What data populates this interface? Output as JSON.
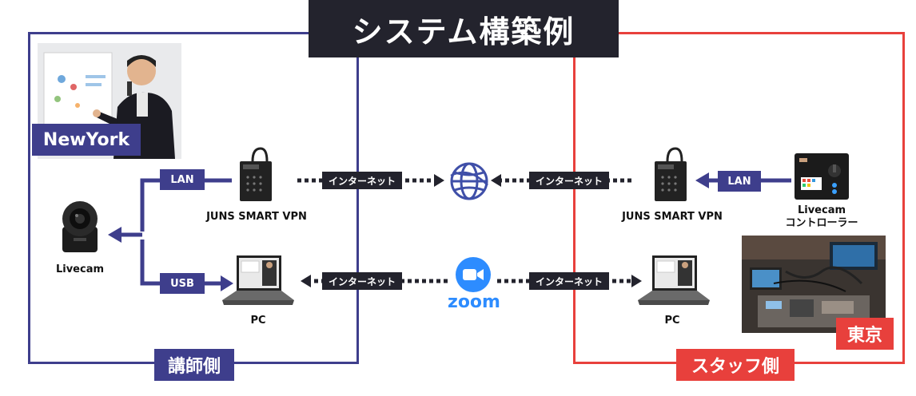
{
  "title": "システム構築例",
  "left_side": {
    "section_label": "講師側",
    "location_label": "NewYork",
    "camera_caption": "Livecam",
    "vpn_caption": "JUNS SMART VPN",
    "pc_caption": "PC",
    "lan_label": "LAN",
    "usb_label": "USB"
  },
  "right_side": {
    "section_label": "スタッフ側",
    "location_label": "東京",
    "vpn_caption": "JUNS SMART VPN",
    "pc_caption": "PC",
    "controller_caption_1": "Livecam",
    "controller_caption_2": "コントローラー",
    "lan_label": "LAN"
  },
  "center": {
    "internet_label_top_left": "インターネット",
    "internet_label_top_right": "インターネット",
    "internet_label_bottom_left": "インターネット",
    "internet_label_bottom_right": "インターネット",
    "zoom_label": "zoom"
  },
  "colors": {
    "left_accent": "#3e3e8c",
    "right_accent": "#e8403c",
    "dark": "#23232d",
    "zoom_blue": "#2d8cff",
    "globe_blue": "#3f4fa8"
  },
  "icons": [
    "globe-icon",
    "zoom-icon",
    "camera-icon",
    "vpn-device-icon",
    "laptop-icon",
    "controller-icon"
  ]
}
